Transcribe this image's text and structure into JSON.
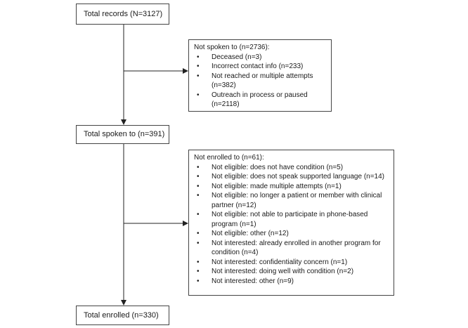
{
  "flow": {
    "total_records": "Total records (N=3127)",
    "total_spoken": "Total spoken to (n=391)",
    "total_enrolled": "Total enrolled (n=330)"
  },
  "not_spoken": {
    "title": "Not spoken to (n=2736):",
    "items": [
      "Deceased (n=3)",
      "Incorrect contact info (n=233)",
      "Not reached or multiple attempts (n=382)",
      "Outreach in process or paused (n=2118)"
    ]
  },
  "not_enrolled": {
    "title": "Not enrolled to (n=61):",
    "items": [
      "Not eligible: does not have condition (n=5)",
      "Not eligible: does not speak supported language (n=14)",
      "Not eligible: made multiple attempts (n=1)",
      "Not eligible: no longer a patient or member with clinical partner (n=12)",
      "Not eligible: not able to participate in phone-based program (n=1)",
      "Not eligible: other (n=12)",
      "Not interested: already enrolled in another program for condition (n=4)",
      "Not interested: confidentiality concern (n=1)",
      "Not interested: doing well with condition (n=2)",
      "Not interested: other (n=9)"
    ]
  }
}
